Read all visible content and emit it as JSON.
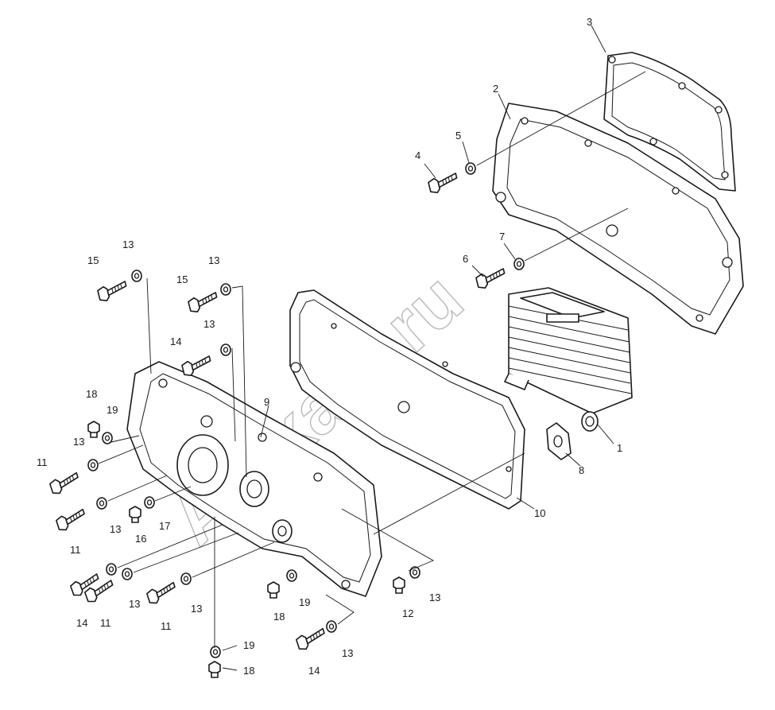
{
  "diagram": {
    "watermark": "Alt-kam.ru",
    "callouts": [
      {
        "id": "c1",
        "label": "1"
      },
      {
        "id": "c2",
        "label": "2"
      },
      {
        "id": "c3",
        "label": "3"
      },
      {
        "id": "c4",
        "label": "4"
      },
      {
        "id": "c5",
        "label": "5"
      },
      {
        "id": "c6",
        "label": "6"
      },
      {
        "id": "c7",
        "label": "7"
      },
      {
        "id": "c8",
        "label": "8"
      },
      {
        "id": "c9",
        "label": "9"
      },
      {
        "id": "c10",
        "label": "10"
      },
      {
        "id": "c11a",
        "label": "11"
      },
      {
        "id": "c11b",
        "label": "11"
      },
      {
        "id": "c11c",
        "label": "11"
      },
      {
        "id": "c11d",
        "label": "11"
      },
      {
        "id": "c12",
        "label": "12"
      },
      {
        "id": "c13a",
        "label": "13"
      },
      {
        "id": "c13b",
        "label": "13"
      },
      {
        "id": "c13c",
        "label": "13"
      },
      {
        "id": "c13d",
        "label": "13"
      },
      {
        "id": "c13e",
        "label": "13"
      },
      {
        "id": "c13f",
        "label": "13"
      },
      {
        "id": "c13g",
        "label": "13"
      },
      {
        "id": "c13h",
        "label": "13"
      },
      {
        "id": "c13i",
        "label": "13"
      },
      {
        "id": "c14a",
        "label": "14"
      },
      {
        "id": "c14b",
        "label": "14"
      },
      {
        "id": "c14c",
        "label": "14"
      },
      {
        "id": "c15a",
        "label": "15"
      },
      {
        "id": "c15b",
        "label": "15"
      },
      {
        "id": "c16",
        "label": "16"
      },
      {
        "id": "c17",
        "label": "17"
      },
      {
        "id": "c18a",
        "label": "18"
      },
      {
        "id": "c18b",
        "label": "18"
      },
      {
        "id": "c18c",
        "label": "18"
      },
      {
        "id": "c19a",
        "label": "19"
      },
      {
        "id": "c19b",
        "label": "19"
      },
      {
        "id": "c19c",
        "label": "19"
      }
    ]
  }
}
